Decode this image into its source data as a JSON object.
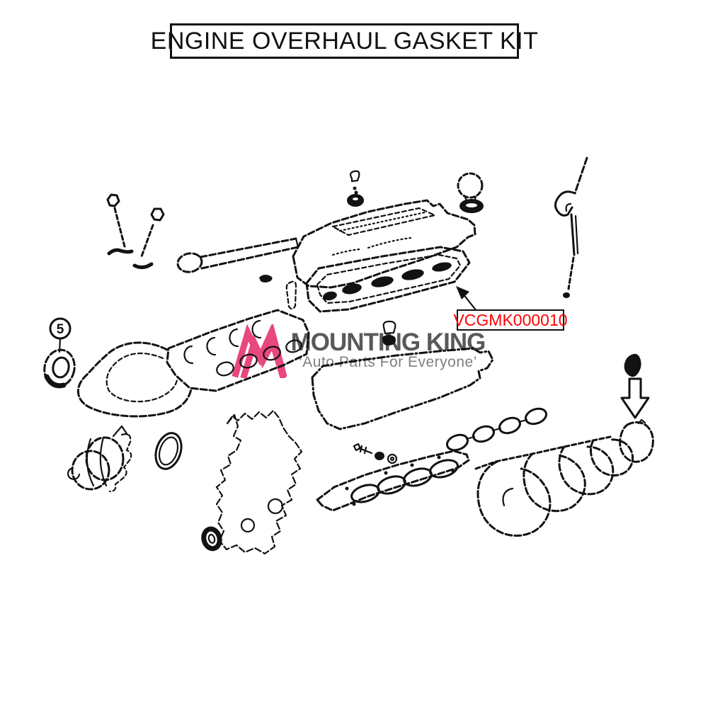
{
  "header": {
    "title": "ENGINE OVERHAUL GASKET KIT"
  },
  "watermark": {
    "logo_icon": "mk-zigzag-monogram",
    "brand": "MOUNTING KING",
    "tagline": "‘Auto Parts For Everyone’",
    "colors": {
      "logo_pink": "#E8477F",
      "brand_gray": "#58595B",
      "tagline_gray": "#7D8083"
    }
  },
  "callouts": {
    "part_code": "VCGMK000010",
    "part_code_color": "#FF0000",
    "item_number": "5"
  },
  "diagram": {
    "figure": "exploded-engine-overhaul-gasket-kit-line-drawing",
    "line_color": "#121212",
    "background": "#FFFFFF"
  }
}
